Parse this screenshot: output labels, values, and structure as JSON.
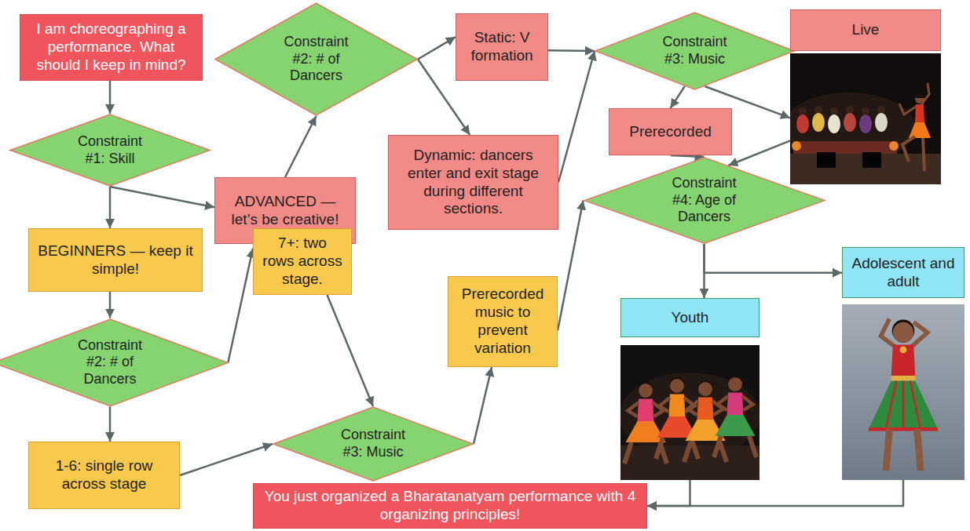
{
  "diagram": {
    "nodes": [
      {
        "text": [
          "I am choreographing a performance. What should I keep in mind?"
        ]
      },
      {
        "text": [
          "Constraint #1: Skill"
        ]
      },
      {
        "text": [
          "ADVANCED — let’s be creative!"
        ]
      },
      {
        "text": [
          "BEGINNERS — keep it simple!"
        ]
      },
      {
        "text": [
          "Constraint #2: # of Dancers"
        ]
      },
      {
        "text": [
          "Static: V formation"
        ]
      },
      {
        "text": [
          "Dynamic: dancers enter and exit stage during different sections."
        ]
      },
      {
        "text": [
          "Constraint #2: # of Dancers"
        ]
      },
      {
        "text": [
          "7+: two rows across stage."
        ]
      },
      {
        "text": [
          "1-6: single row across stage"
        ]
      },
      {
        "text": [
          "Constraint #3: Music"
        ]
      },
      {
        "text": [
          "Prerecorded music to prevent variation"
        ]
      },
      {
        "text": [
          "Constraint #3: Music"
        ]
      },
      {
        "text": [
          "Live"
        ]
      },
      {
        "text": [
          "Prerecorded"
        ]
      },
      {
        "text": [
          "Constraint #4: Age of Dancers"
        ]
      },
      {
        "text": [
          "Adolescent and adult"
        ]
      },
      {
        "text": [
          "Youth"
        ]
      },
      {
        "text": [
          "You just organized a Bharatanatyam performance with 4 organizing principles!"
        ]
      }
    ],
    "edges": [
      {
        "from": 0,
        "to": 1,
        "arrow": "to"
      },
      {
        "from": 1,
        "to": 2,
        "arrow": "to"
      },
      {
        "from": 1,
        "to": 3,
        "arrow": "to"
      },
      {
        "from": 2,
        "to": 4,
        "arrow": "to"
      },
      {
        "from": 4,
        "to": 5,
        "arrow": "to"
      },
      {
        "from": 4,
        "to": 6,
        "arrow": "to"
      },
      {
        "from": 5,
        "to": 12,
        "arrow": "to"
      },
      {
        "from": 6,
        "to": 12,
        "arrow": "to"
      },
      {
        "from": 3,
        "to": 7,
        "arrow": "to"
      },
      {
        "from": 7,
        "to": 8,
        "arrow": "to"
      },
      {
        "from": 7,
        "to": 9,
        "arrow": "to"
      },
      {
        "from": 8,
        "to": 10,
        "arrow": "to"
      },
      {
        "from": 9,
        "to": 10,
        "arrow": "to"
      },
      {
        "from": 10,
        "to": 11,
        "arrow": "to"
      },
      {
        "from": 11,
        "to": 15,
        "arrow": "to"
      },
      {
        "from": 12,
        "to": 13,
        "arrow": "to"
      },
      {
        "from": 12,
        "to": 14,
        "arrow": "to"
      },
      {
        "from": 13,
        "to": 15,
        "arrow": "to"
      },
      {
        "from": 14,
        "to": 15,
        "arrow": "to"
      },
      {
        "from": 15,
        "to": 16,
        "arrow": "to"
      },
      {
        "from": 15,
        "to": 17,
        "arrow": "to"
      },
      {
        "from": 17,
        "to": 18,
        "arrow": "to"
      },
      {
        "from": 16,
        "to": 18,
        "arrow": "to"
      }
    ]
  }
}
